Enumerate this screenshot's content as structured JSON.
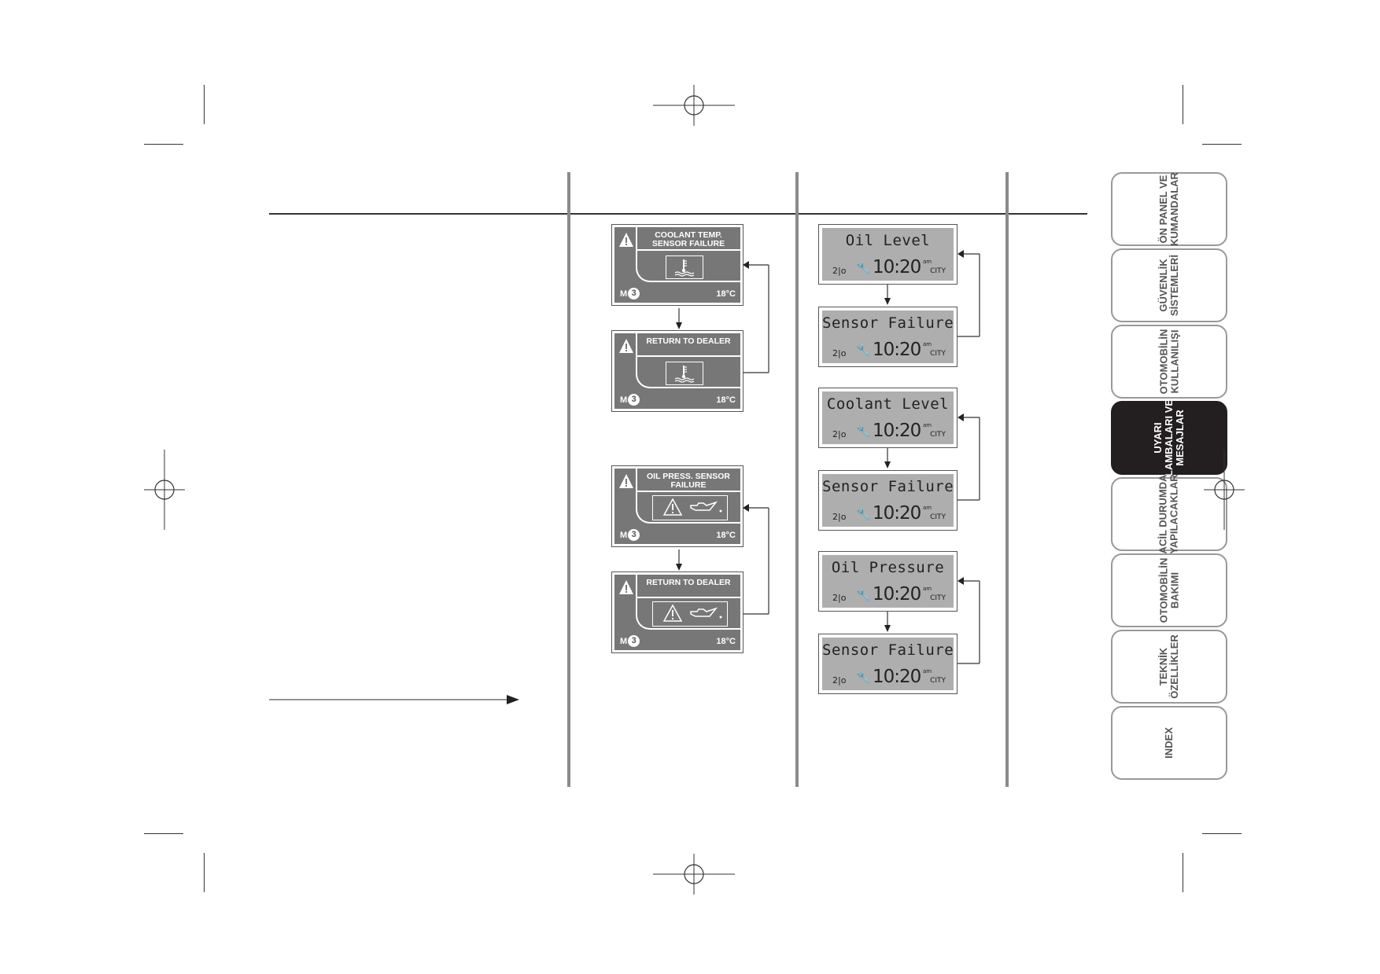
{
  "colors": {
    "lcd_bg": "#aeaeae",
    "display_grey": "#777777",
    "active_tab": "#231f20",
    "tab_border": "#999999"
  },
  "icons": [
    "warning-triangle-icon",
    "coolant-thermometer-icon",
    "oil-can-icon",
    "wrench-icon"
  ],
  "coolant_group": {
    "display1": {
      "title": "COOLANT TEMP.\nSENSOR FAILURE",
      "mode": "M",
      "mode_num": "3",
      "temp": "18°C"
    },
    "display2": {
      "title": "RETURN TO DEALER",
      "mode": "M",
      "mode_num": "3",
      "temp": "18°C"
    }
  },
  "oil_group": {
    "display1": {
      "title": "OIL PRESS. SENSOR\nFAILURE",
      "mode": "M",
      "mode_num": "3",
      "temp": "18°C"
    },
    "display2": {
      "title": "RETURN TO DEALER",
      "mode": "M",
      "mode_num": "3",
      "temp": "18°C"
    }
  },
  "lcd_pairs": [
    {
      "first": "Oil Level",
      "second": "Sensor Failure"
    },
    {
      "first": "Coolant Level",
      "second": "Sensor Failure"
    },
    {
      "first": "Oil Pressure",
      "second": "Sensor Failure"
    }
  ],
  "lcd_status": {
    "gear": "2|o",
    "time": "10:20",
    "ampm": "am",
    "mode": "CITY"
  },
  "tabs": [
    "ÖN PANEL VE\nKUMANDALAR",
    "GÜVENLİK\nSİSTEMLERİ",
    "OTOMOBİLİN\nKULLANILIŞI",
    "UYARI\nLAMBALARI VE\nMESAJLAR",
    "ACİL DURUMDA\nYAPILACAKLAR",
    "OTOMOBİLİN\nBAKIMI",
    "TEKNİK\nÖZELLİKLER",
    "INDEX"
  ]
}
